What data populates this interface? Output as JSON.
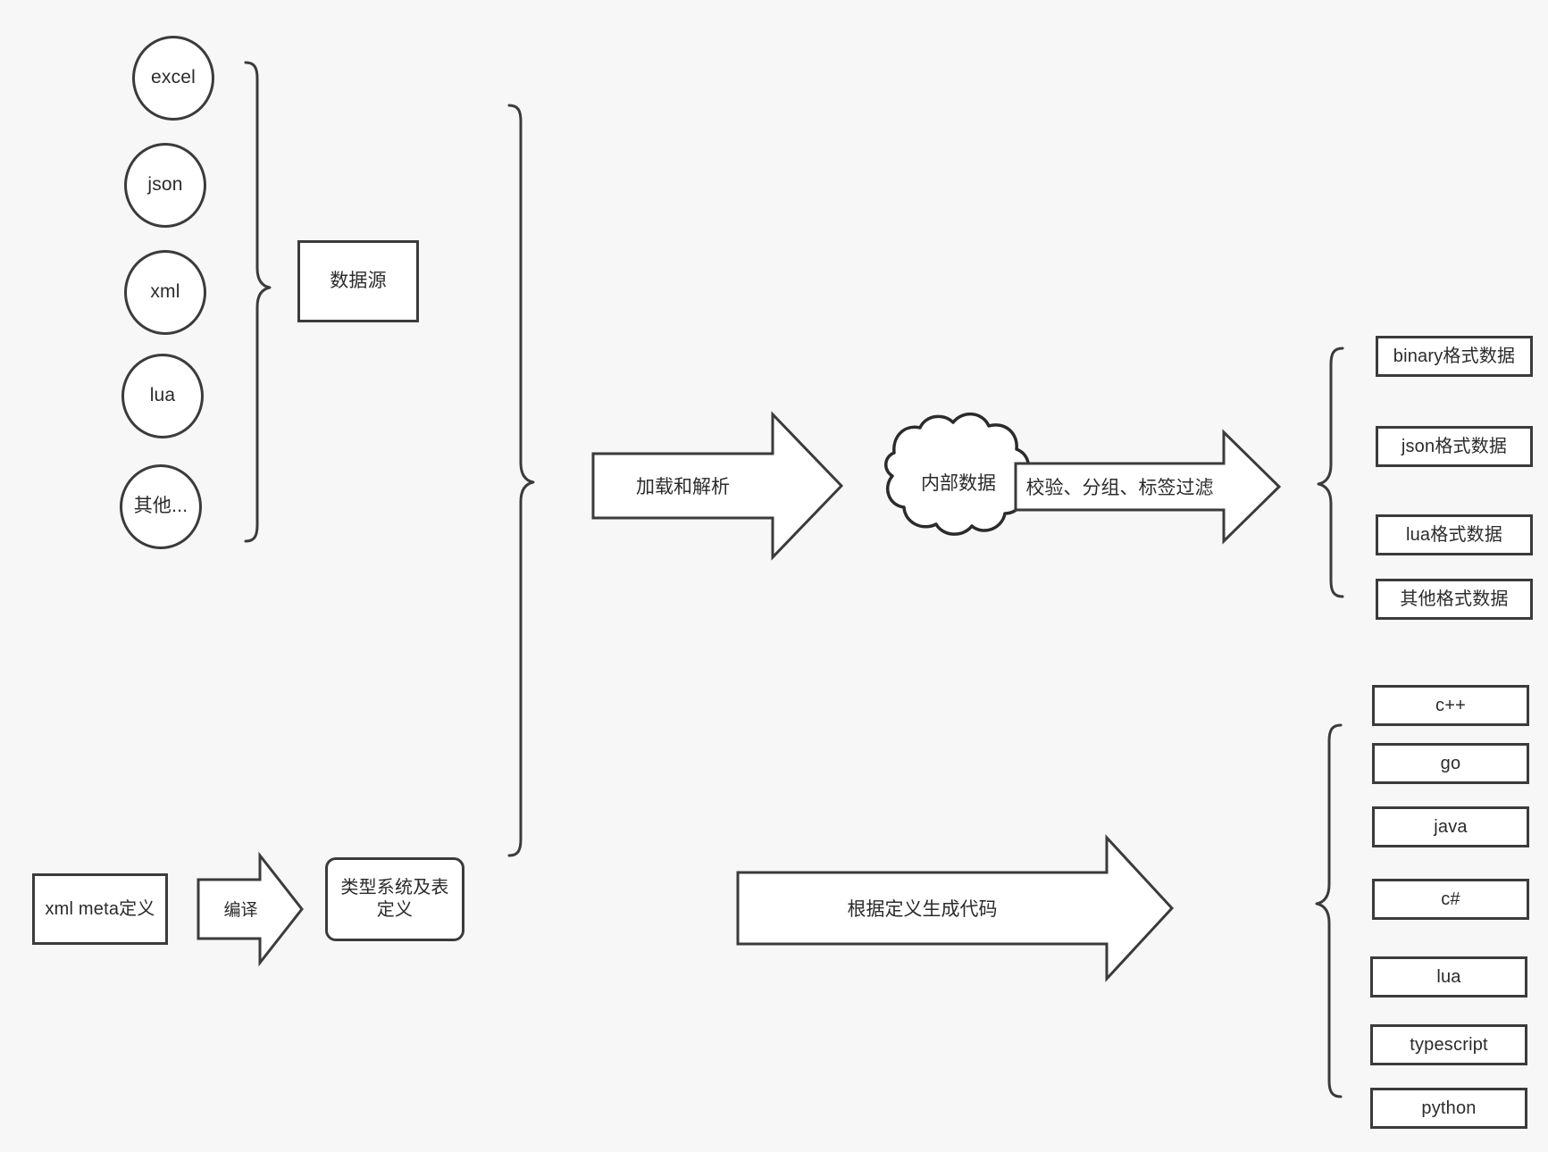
{
  "diagram": {
    "title": "data pipeline architecture diagram",
    "background_color": "#f7f7f7",
    "stroke_color": "#3b3b3b",
    "fill_color": "#ffffff",
    "text_color": "#2b2b2b"
  },
  "sources": {
    "group_label": "数据源",
    "items": [
      {
        "label": "excel"
      },
      {
        "label": "json"
      },
      {
        "label": "xml"
      },
      {
        "label": "lua"
      },
      {
        "label": "其他..."
      }
    ]
  },
  "meta": {
    "definition_box": "xml meta定义",
    "compile_arrow": "编译",
    "type_system_box": "类型系统及表\n定义"
  },
  "pipeline": {
    "load_parse_arrow": "加载和解析",
    "internal_data_cloud": "内部数据",
    "filter_arrow": "校验、分组、标签过滤",
    "codegen_arrow": "根据定义生成代码"
  },
  "outputs": {
    "formats": [
      {
        "label": "binary格式数据"
      },
      {
        "label": "json格式数据"
      },
      {
        "label": "lua格式数据"
      },
      {
        "label": "其他格式数据"
      }
    ],
    "languages": [
      {
        "label": "c++"
      },
      {
        "label": "go"
      },
      {
        "label": "java"
      },
      {
        "label": "c#"
      },
      {
        "label": "lua"
      },
      {
        "label": "typescript"
      },
      {
        "label": "python"
      }
    ]
  }
}
